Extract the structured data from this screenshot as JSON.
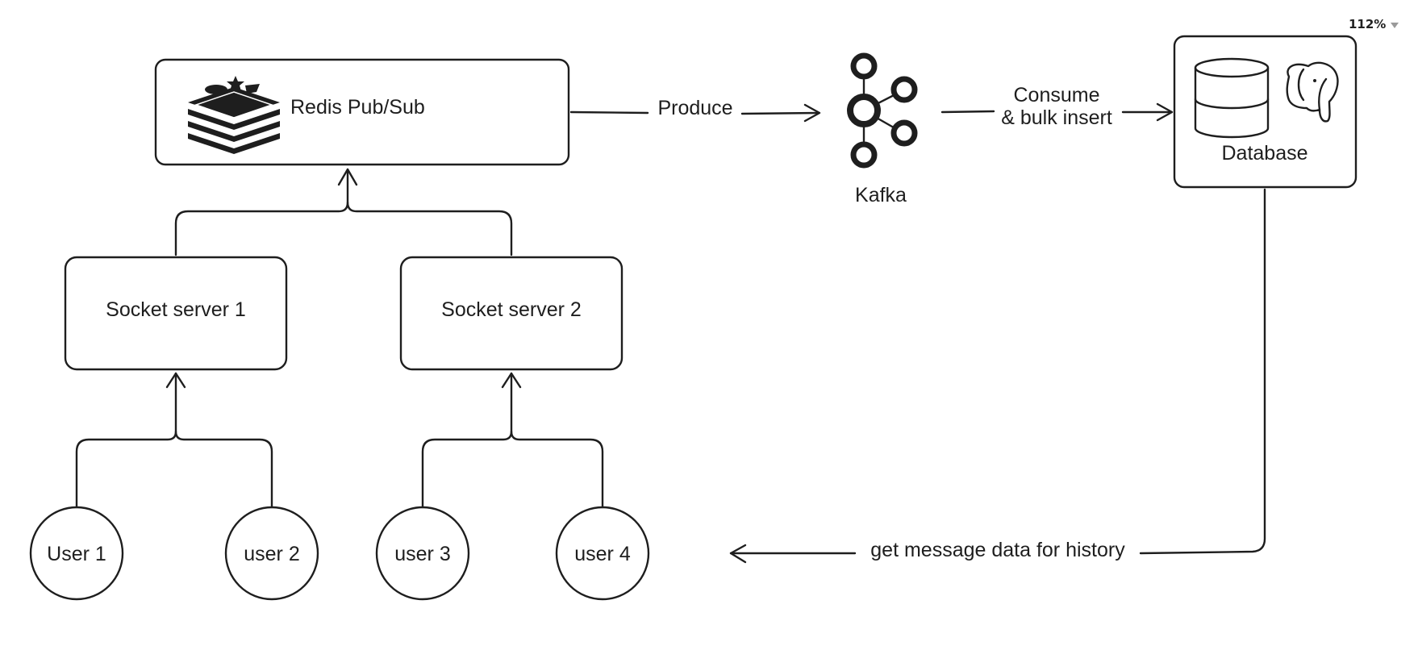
{
  "toolbar": {
    "zoom_level": "112%"
  },
  "diagram": {
    "redis": {
      "label": "Redis Pub/Sub",
      "icon": "redis-logo"
    },
    "kafka": {
      "label": "Kafka",
      "icon": "kafka-logo"
    },
    "database": {
      "label": "Database",
      "icons": [
        "database-cylinder",
        "postgresql-elephant"
      ]
    },
    "socket_servers": [
      {
        "label": "Socket server 1"
      },
      {
        "label": "Socket server 2"
      }
    ],
    "users": [
      {
        "label": "User 1"
      },
      {
        "label": "user 2"
      },
      {
        "label": "user 3"
      },
      {
        "label": "user 4"
      }
    ],
    "edges": {
      "produce": "Produce",
      "consume_line1": "Consume",
      "consume_line2": "& bulk insert",
      "history": "get message data for history"
    }
  }
}
